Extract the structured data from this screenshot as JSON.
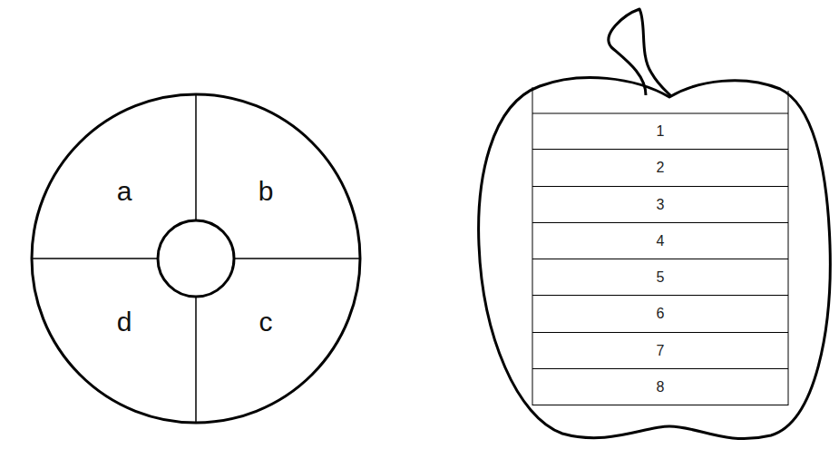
{
  "diagram": {
    "nodes": [
      {
        "text": [
          "1"
        ]
      },
      {
        "text": [
          "2"
        ]
      },
      {
        "text": [
          "3"
        ]
      },
      {
        "text": [
          "4"
        ]
      },
      {
        "text": [
          "5"
        ]
      },
      {
        "text": [
          "6"
        ]
      },
      {
        "text": [
          "7"
        ]
      },
      {
        "text": [
          "8"
        ]
      }
    ],
    "labels": [
      "a",
      "b",
      "d",
      "c"
    ]
  }
}
